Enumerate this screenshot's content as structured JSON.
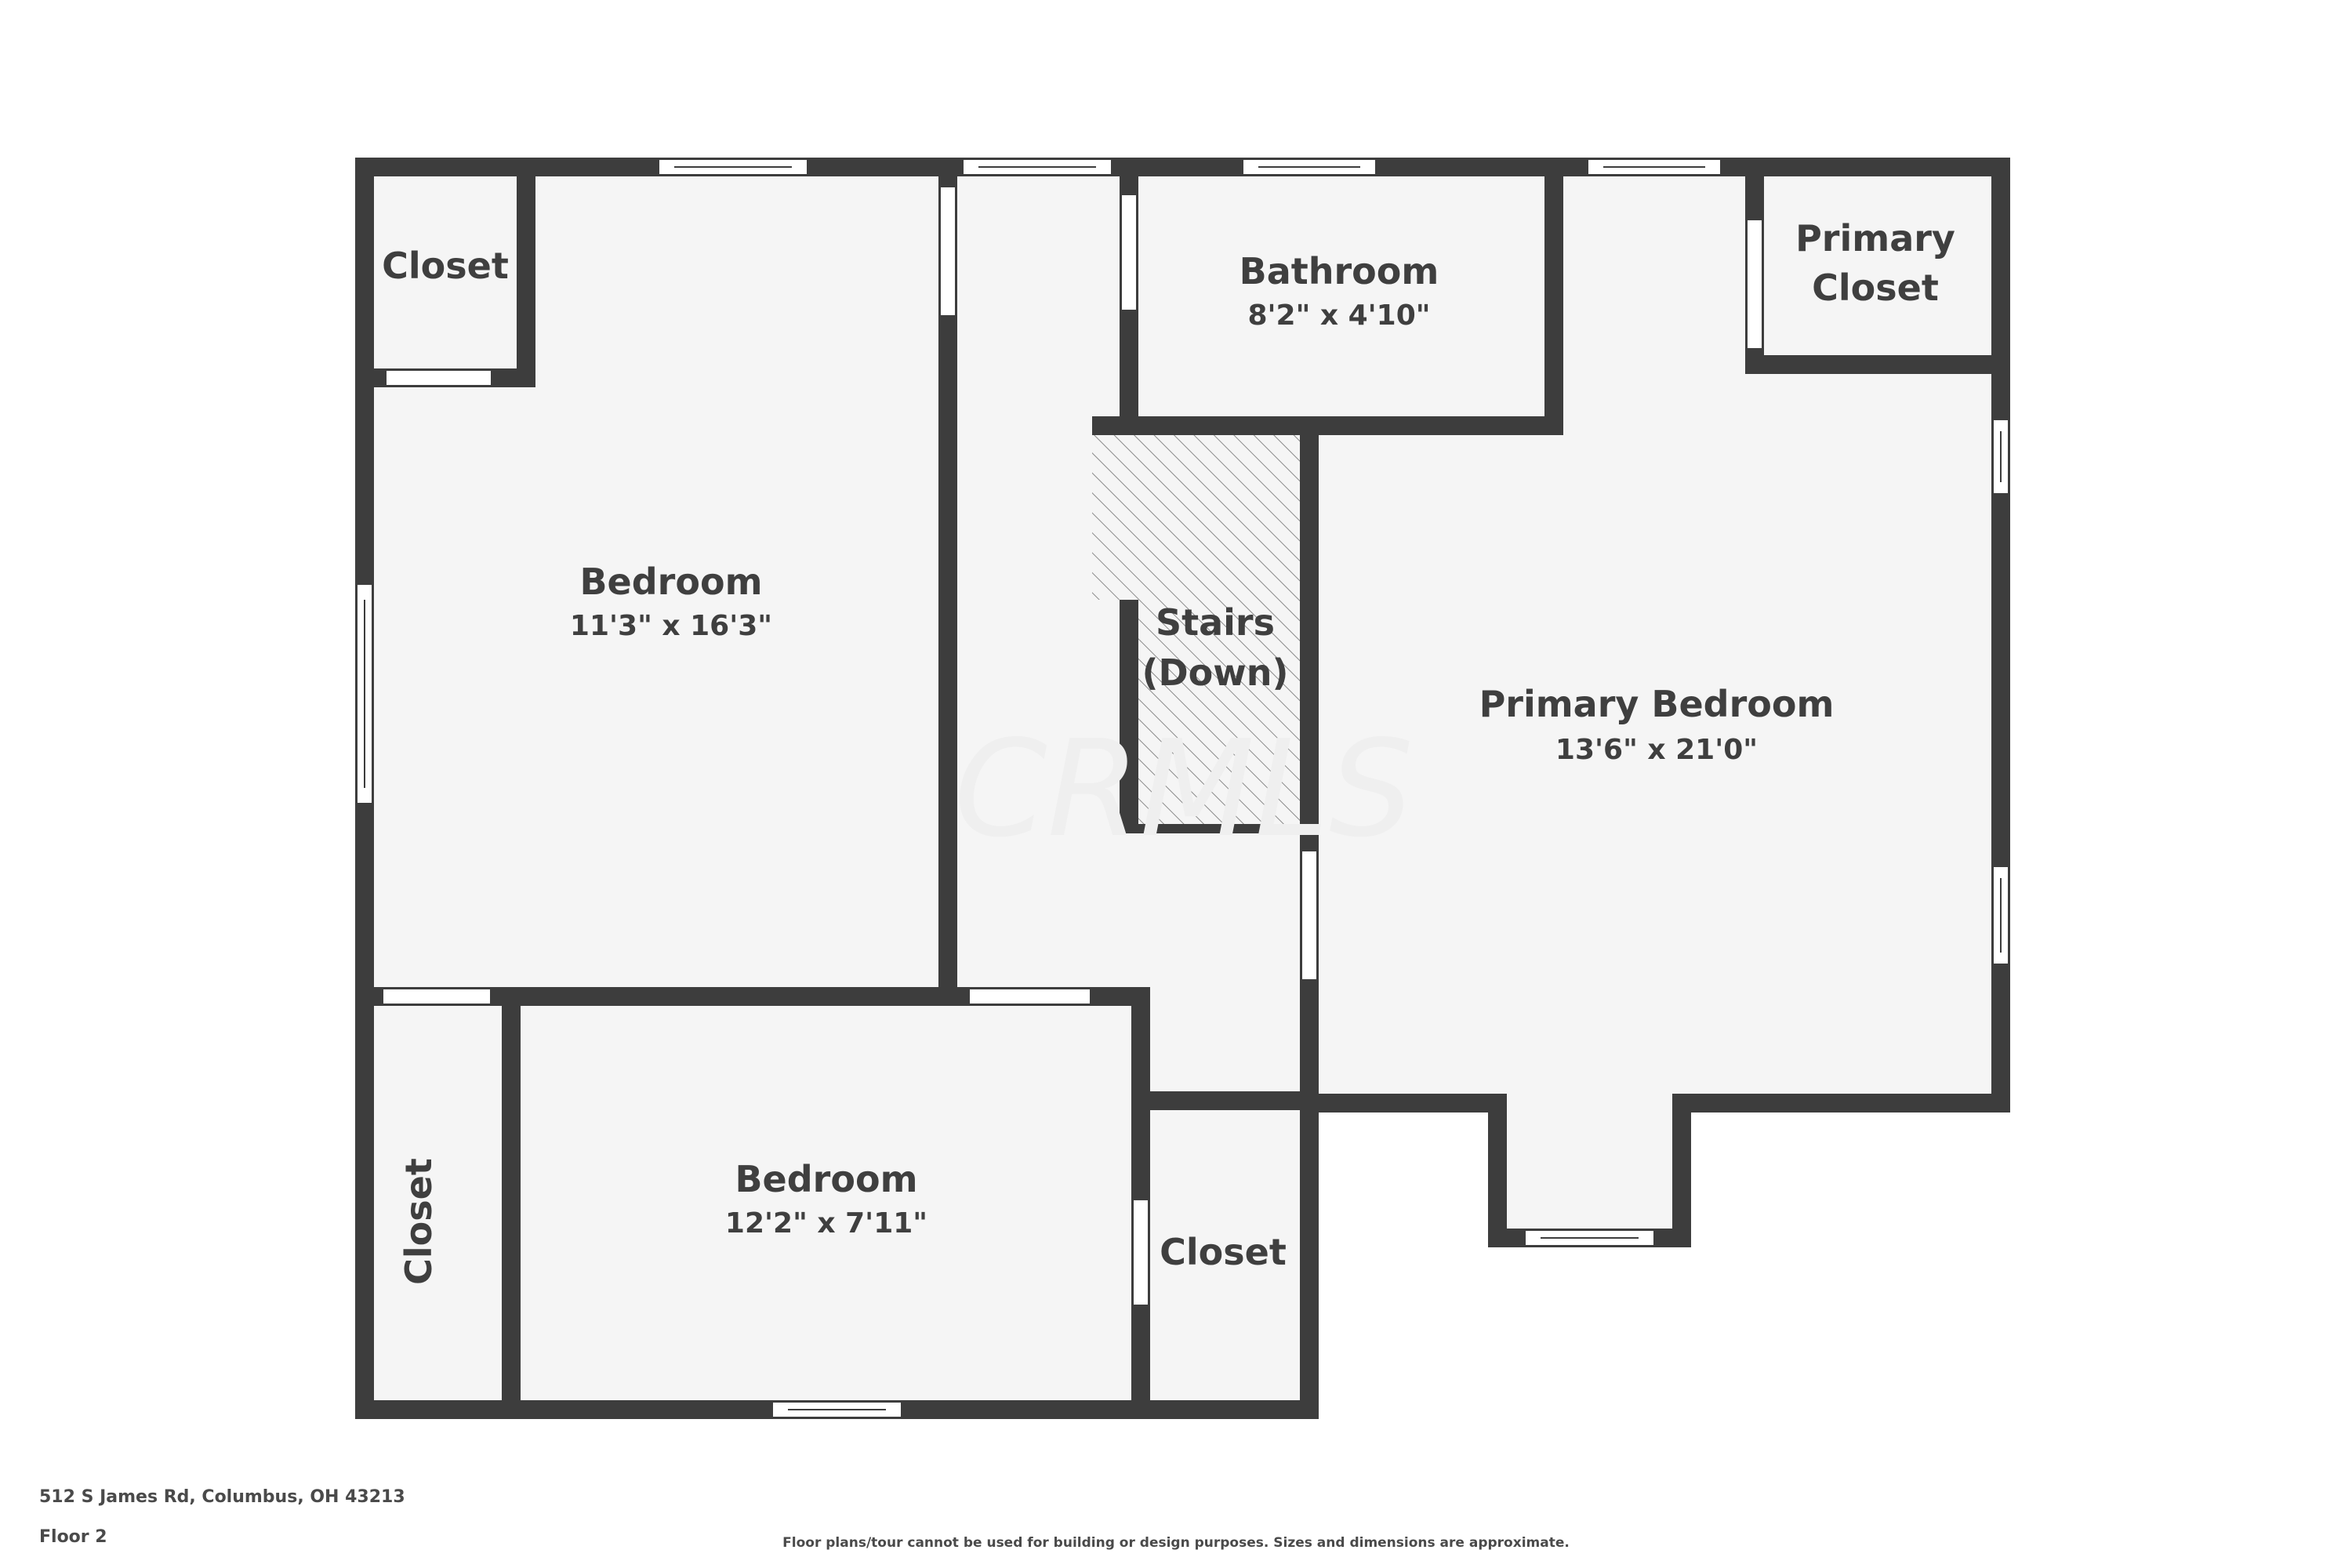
{
  "colors": {
    "wall": "#3d3d3d",
    "floor": "#f5f5f5",
    "text": "#3f3f3f",
    "window": "#ffffff"
  },
  "watermark": "CRMLS",
  "rooms": {
    "closet_top_left": {
      "name": "Closet"
    },
    "bedroom_1": {
      "name": "Bedroom",
      "dims": "11'3\" x 16'3\""
    },
    "bathroom": {
      "name": "Bathroom",
      "dims": "8'2\" x 4'10\""
    },
    "primary_closet": {
      "line1": "Primary",
      "line2": "Closet"
    },
    "stairs": {
      "line1": "Stairs",
      "line2": "(Down)"
    },
    "primary_bedroom": {
      "name": "Primary Bedroom",
      "dims": "13'6\" x 21'0\""
    },
    "closet_left": {
      "name": "Closet"
    },
    "bedroom_2": {
      "name": "Bedroom",
      "dims": "12'2\" x 7'11\""
    },
    "closet_bottom": {
      "name": "Closet"
    }
  },
  "footer": {
    "address": "512 S James Rd, Columbus, OH 43213",
    "floor": "Floor 2",
    "disclaimer": "Floor plans/tour cannot be used for building or design purposes. Sizes and dimensions are approximate."
  }
}
